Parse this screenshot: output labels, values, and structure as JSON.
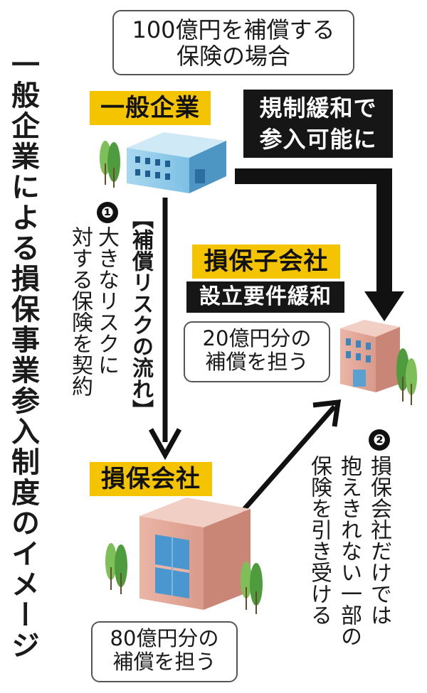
{
  "title": "一般企業による損保事業参入制度のイメージ",
  "header_box": {
    "line1": "100億円を補償する",
    "line2": "保険の場合"
  },
  "general_company": {
    "label": "一般企業"
  },
  "deregulation": {
    "line1": "規制緩和で",
    "line2": "参入可能に"
  },
  "subsidiary": {
    "label": "損保子会社",
    "requirement": "設立要件緩和",
    "coverage_line1": "20億円分の",
    "coverage_line2": "補償を担う"
  },
  "insurer": {
    "label": "損保会社",
    "coverage_line1": "80億円分の",
    "coverage_line2": "補償を担う"
  },
  "flow": {
    "bracket": "【補償リスクの流れ】",
    "step1_num": "❶",
    "step1_col1": "大きなリスクに",
    "step1_col2": "対する保険を契約",
    "step2_num": "❷",
    "step2_col1": "損保会社だけでは",
    "step2_col2": "抱えきれない一部の",
    "step2_col3": "保険を引き受ける"
  },
  "colors": {
    "yellow": "#f5c400",
    "black": "#161616",
    "building_blue": "#6fb3d9",
    "building_pink": "#e2a99a",
    "tree_green": "#5aa84a"
  }
}
